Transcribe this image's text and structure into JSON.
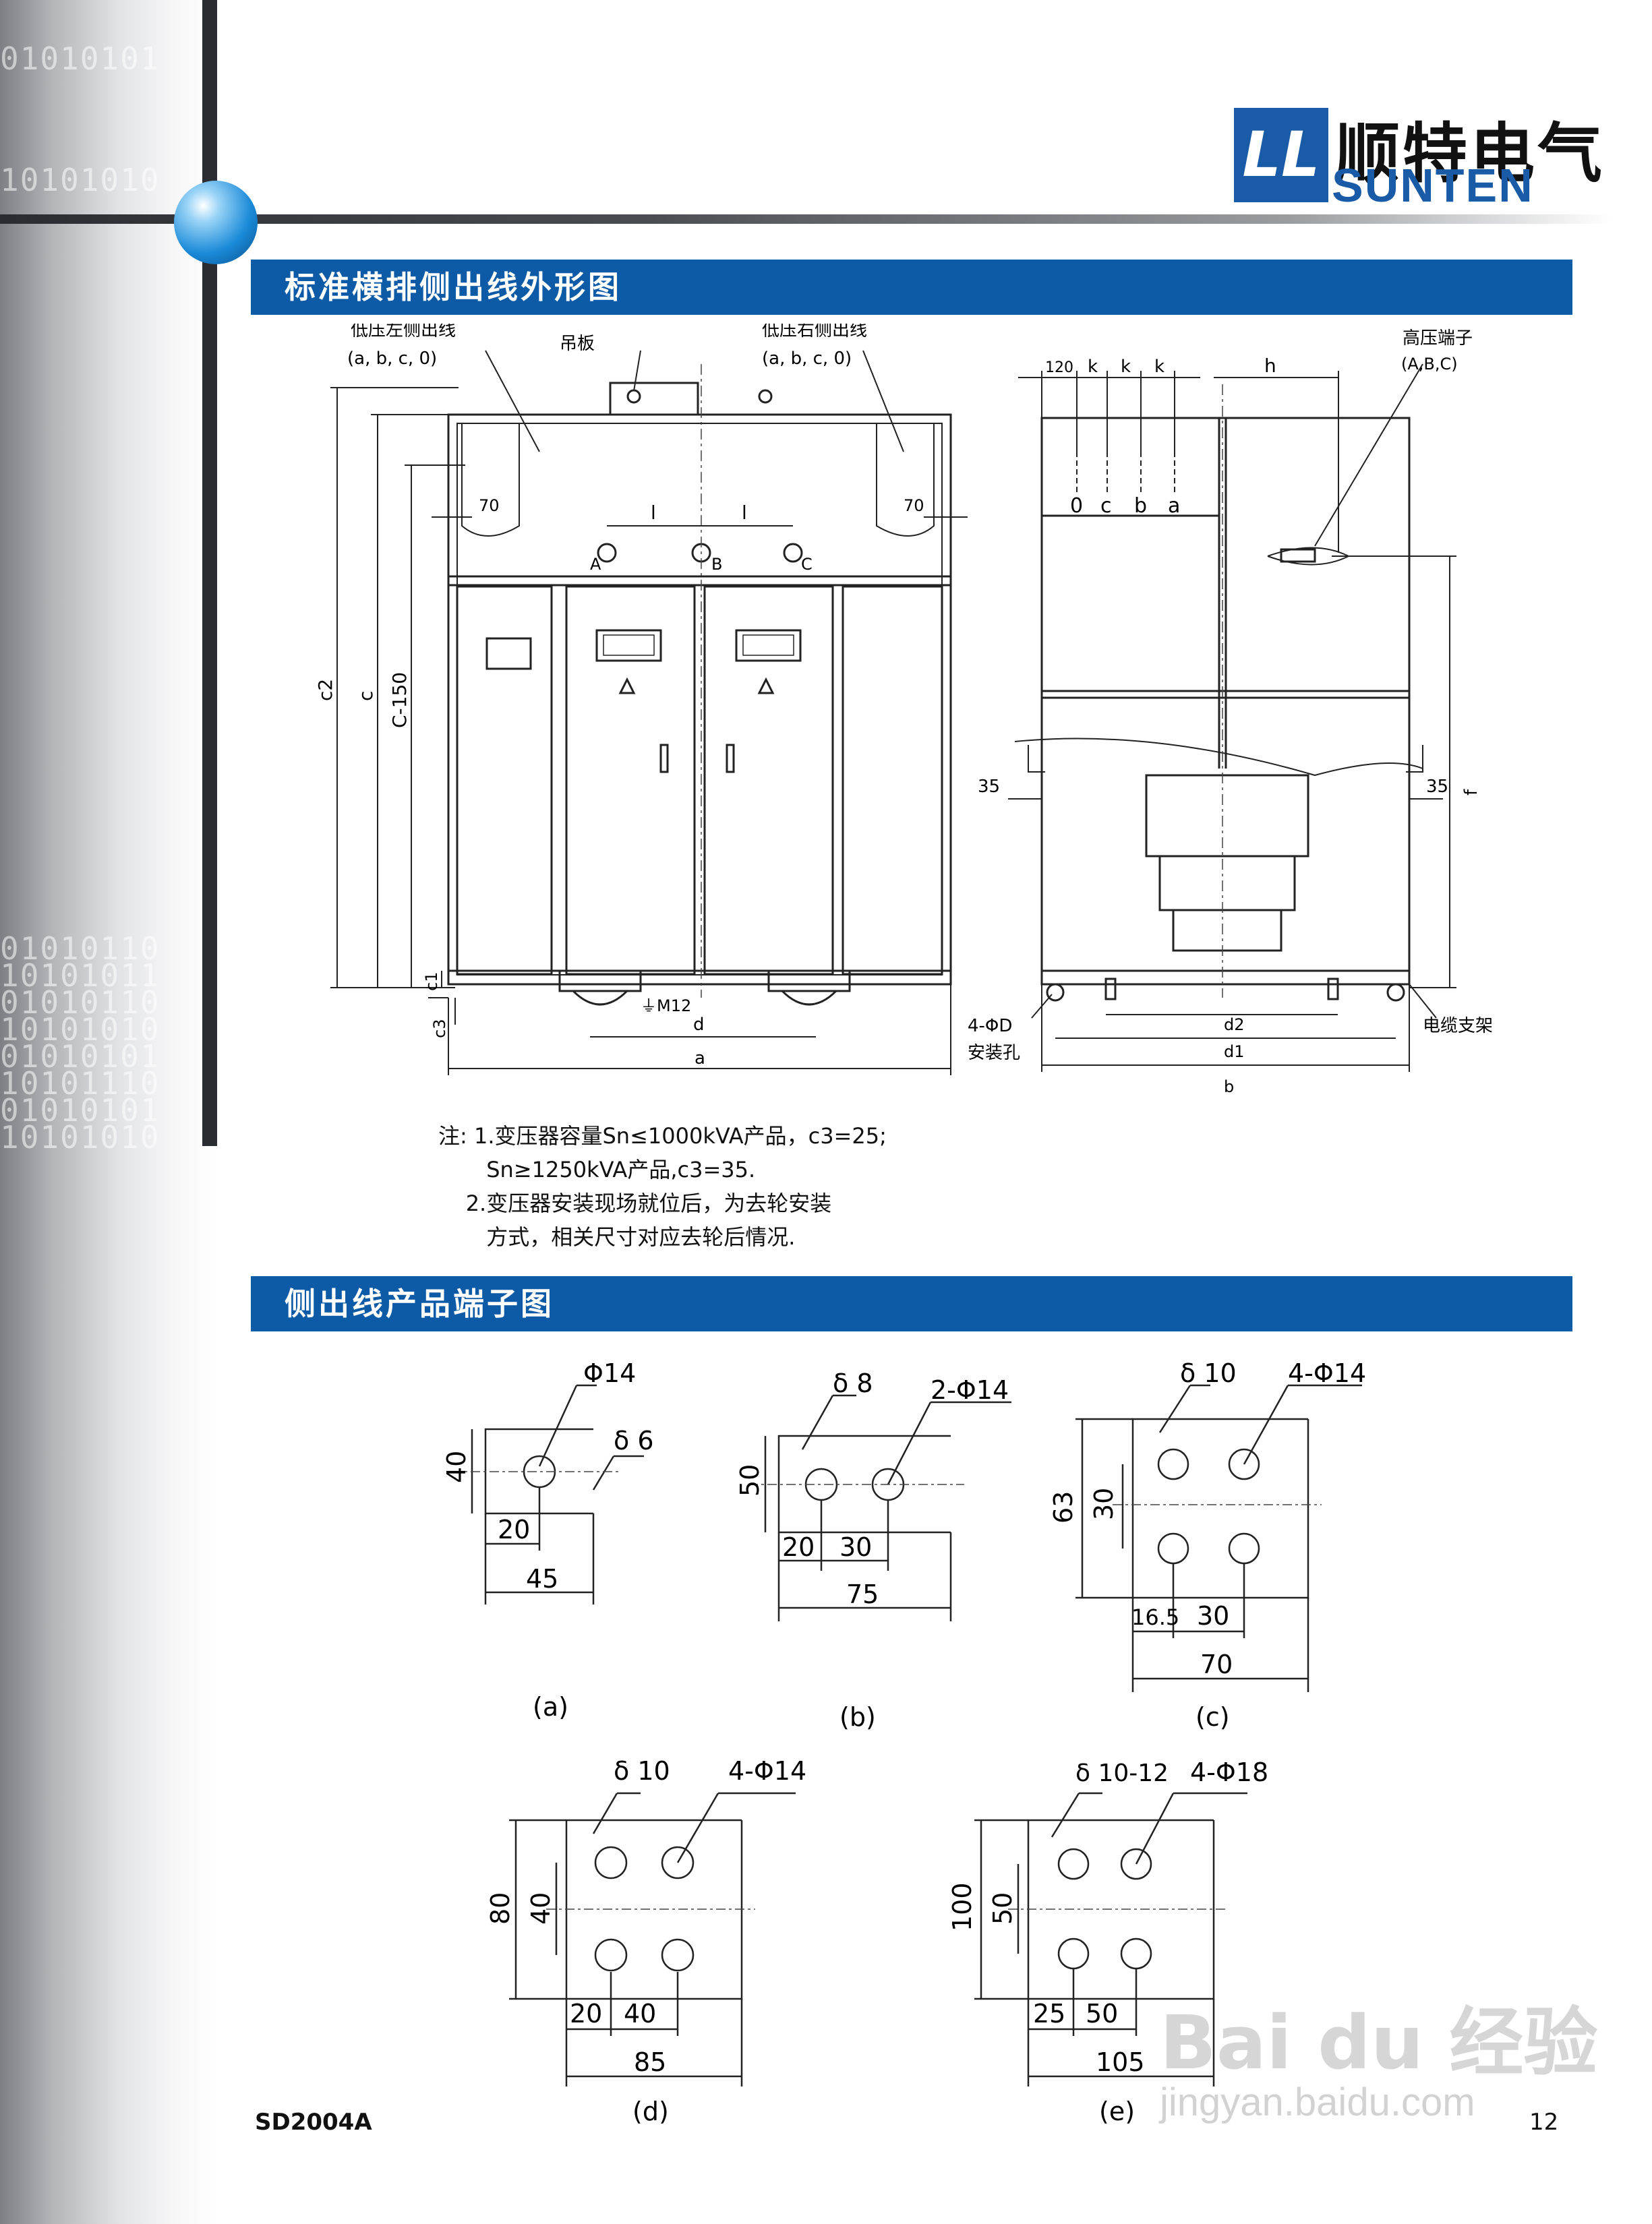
{
  "brand": {
    "cn": "顺特电气",
    "en": "SUNTEN",
    "mark": "ᒪᒪ"
  },
  "sections": {
    "outline_title": "标准横排侧出线外形图",
    "terminal_title": "侧出线产品端子图"
  },
  "front_view": {
    "lv_left": "低压左侧出线",
    "lv_left_phases": "(a, b, c, 0)",
    "lifting_plate": "吊板",
    "lv_right": "低压右侧出线",
    "lv_right_phases": "(a, b, c, 0)",
    "dim_70": "70",
    "dim_l": "l",
    "phase_a": "A",
    "phase_b": "B",
    "phase_c": "C",
    "dim_c2": "c2",
    "dim_c": "c",
    "dim_c150": "C-150",
    "dim_c1": "c1",
    "dim_c3": "c3",
    "dim_m12": "⏚M12",
    "dim_d": "d",
    "dim_a": "a"
  },
  "side_view": {
    "dim_120": "120",
    "dim_k": "k",
    "dim_h": "h",
    "hv_terminal": "高压端子",
    "hv_phases": "(A,B,C)",
    "lv_labels": [
      "0",
      "c",
      "b",
      "a"
    ],
    "dim_35": "35",
    "dim_f": "f",
    "mount_holes": "4-ΦD",
    "mount_holes_cn": "安装孔",
    "cable_bracket": "电缆支架",
    "dim_d2": "d2",
    "dim_d1": "d1",
    "dim_b": "b"
  },
  "notes": {
    "lines": [
      "注: 1.变压器容量Sn≤1000kVA产品，c3=25;",
      "       Sn≥1250kVA产品,c3=35.",
      "    2.变压器安装现场就位后，为去轮安装",
      "       方式，相关尺寸对应去轮后情况."
    ]
  },
  "terminals": {
    "a": {
      "label": "(a)",
      "hole": "Φ14",
      "thick": "δ 6",
      "h": "40",
      "off": "20",
      "w": "45"
    },
    "b": {
      "label": "(b)",
      "hole": "2-Φ14",
      "thick": "δ 8",
      "h": "50",
      "off": "20",
      "pitch": "30",
      "w": "75"
    },
    "c": {
      "label": "(c)",
      "hole": "4-Φ14",
      "thick": "δ 10",
      "h": "63",
      "vpitch": "30",
      "off": "16.5",
      "pitch": "30",
      "w": "70"
    },
    "d": {
      "label": "(d)",
      "hole": "4-Φ14",
      "thick": "δ 10",
      "h": "80",
      "vpitch": "40",
      "off": "20",
      "pitch": "40",
      "w": "85"
    },
    "e": {
      "label": "(e)",
      "hole": "4-Φ18",
      "thick": "δ 10-12",
      "h": "100",
      "vpitch": "50",
      "off": "25",
      "pitch": "50",
      "w": "105"
    }
  },
  "footer": {
    "code": "SD2004A",
    "page": "12"
  },
  "watermark": {
    "logo": "Bai du 经验",
    "url": "jingyan.baidu.com"
  },
  "colors": {
    "bar": "#0d5aa6",
    "brand": "#1a5ba8"
  }
}
